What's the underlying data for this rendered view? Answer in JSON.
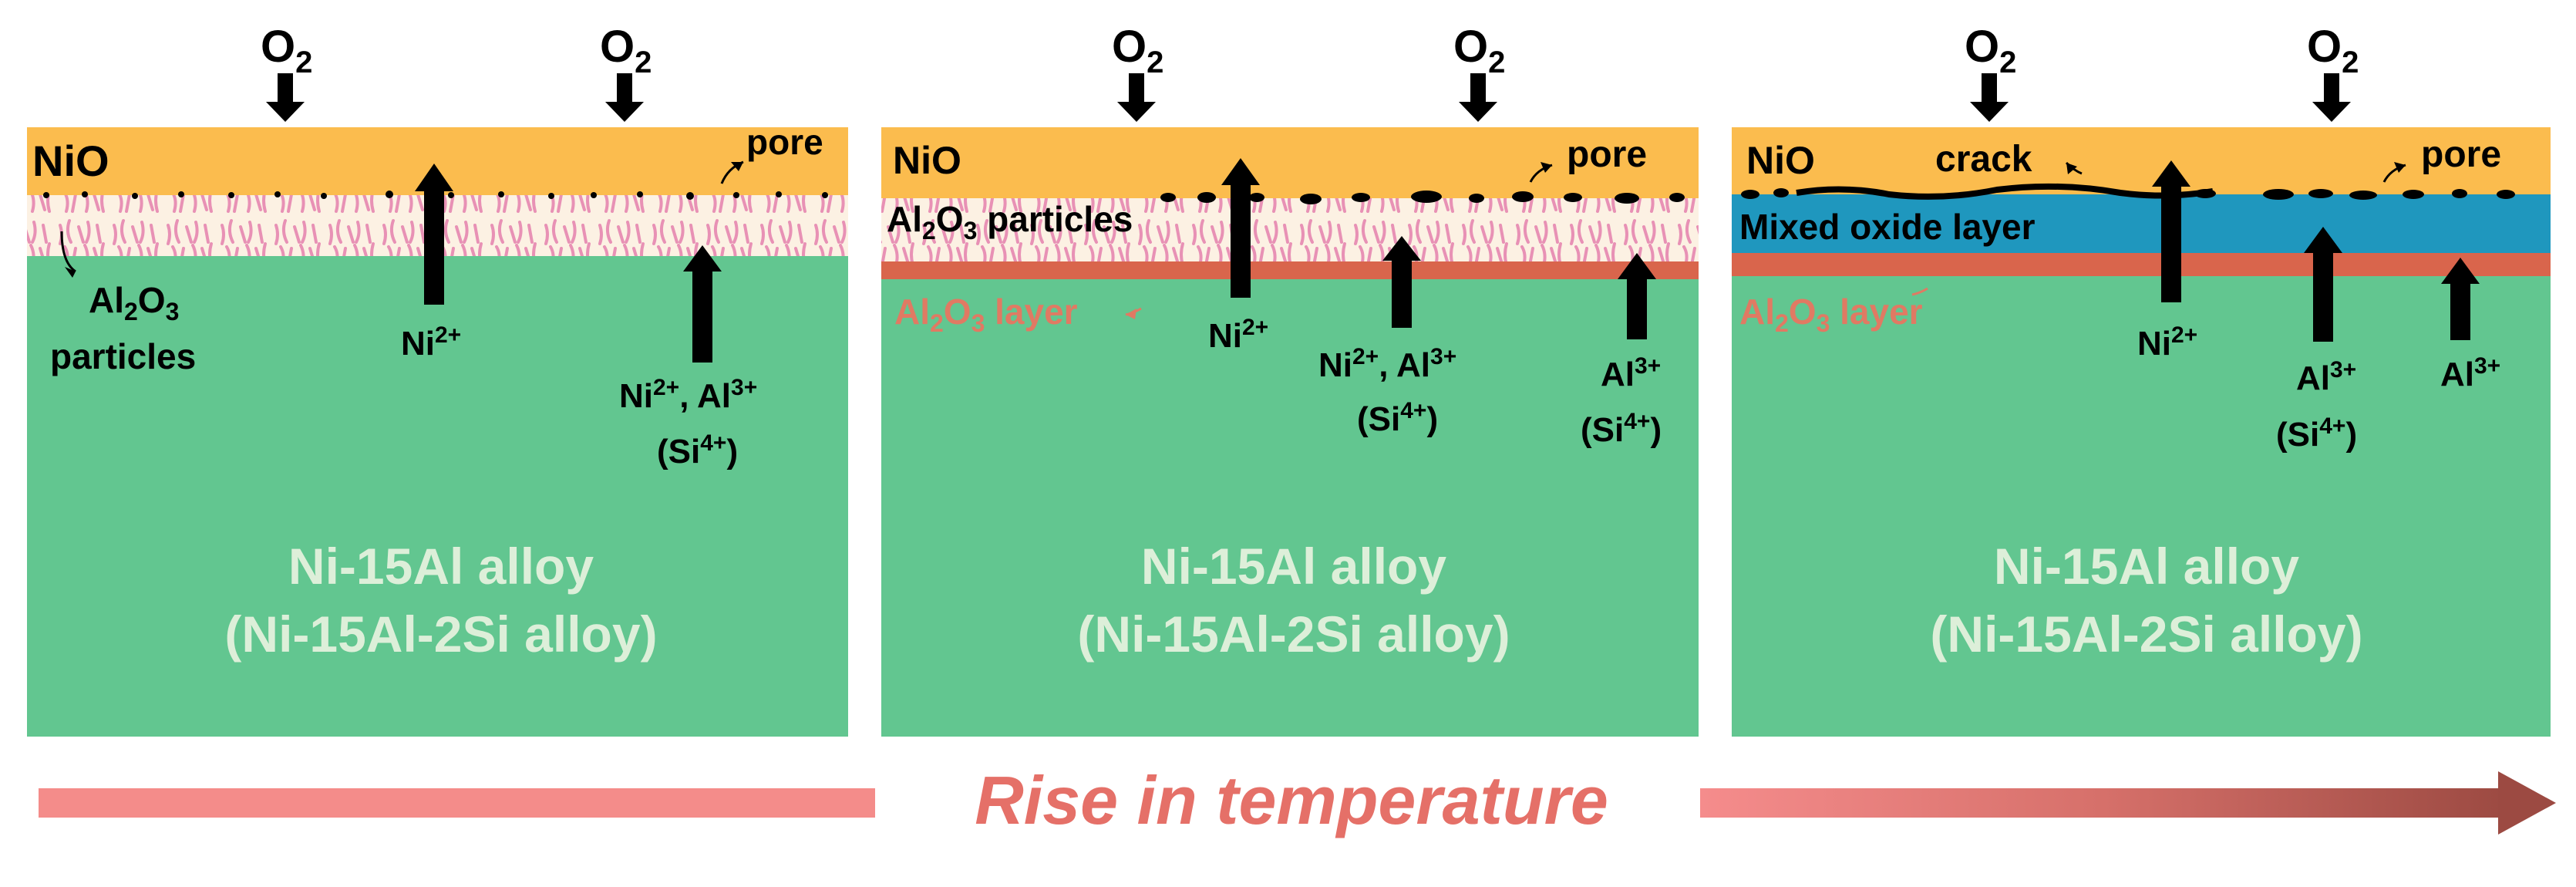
{
  "colors": {
    "nio": "#FBBC4E",
    "particle_zone": "#FCF1E3",
    "particle": "#E891B5",
    "alloy": "#62C690",
    "alloy_text": "#DDEFD9",
    "al2o3_layer": "#D9654C",
    "al2o3_label": "#E07A63",
    "mixed_oxide": "#1F97BE",
    "black": "#000000",
    "title_text": "#E57068",
    "gradient_start": "#F58C8C",
    "gradient_end": "#9C4A42"
  },
  "panels": [
    {
      "nio_label": "NiO",
      "pore_label": "pore",
      "al2o3_particles_label": "Al2O3 particles",
      "ni_label": "Ni2+",
      "ni_al_label": "Ni2+, Al3+",
      "si_label": "(Si4+)",
      "alloy_label_1": "Ni-15Al alloy",
      "alloy_label_2": "(Ni-15Al-2Si alloy)"
    },
    {
      "nio_label": "NiO",
      "pore_label": "pore",
      "al2o3_particles_label": "Al2O3 particles",
      "al2o3_layer_label": "Al2O3 layer",
      "ni_label": "Ni2+",
      "ni_al_label": "Ni2+, Al3+",
      "si_label_a": "(Si4+)",
      "al_label": "Al3+",
      "si_label_b": "(Si4+)",
      "alloy_label_1": "Ni-15Al alloy",
      "alloy_label_2": "(Ni-15Al-2Si alloy)"
    },
    {
      "nio_label": "NiO",
      "crack_label": "crack",
      "pore_label": "pore",
      "mixed_oxide_label": "Mixed oxide layer",
      "al2o3_layer_label": "Al2O3 layer",
      "ni_label": "Ni2+",
      "al_label_a": "Al3+",
      "si_label": "(Si4+)",
      "al_label_b": "Al3+",
      "alloy_label_1": "Ni-15Al alloy",
      "alloy_label_2": "(Ni-15Al-2Si alloy)"
    }
  ],
  "oxygen_label": "O2",
  "temperature_label": "Rise in temperature",
  "icons": [
    "down-arrow-icon",
    "up-arrow-icon",
    "curved-arrow-icon",
    "gradient-arrow-icon"
  ]
}
